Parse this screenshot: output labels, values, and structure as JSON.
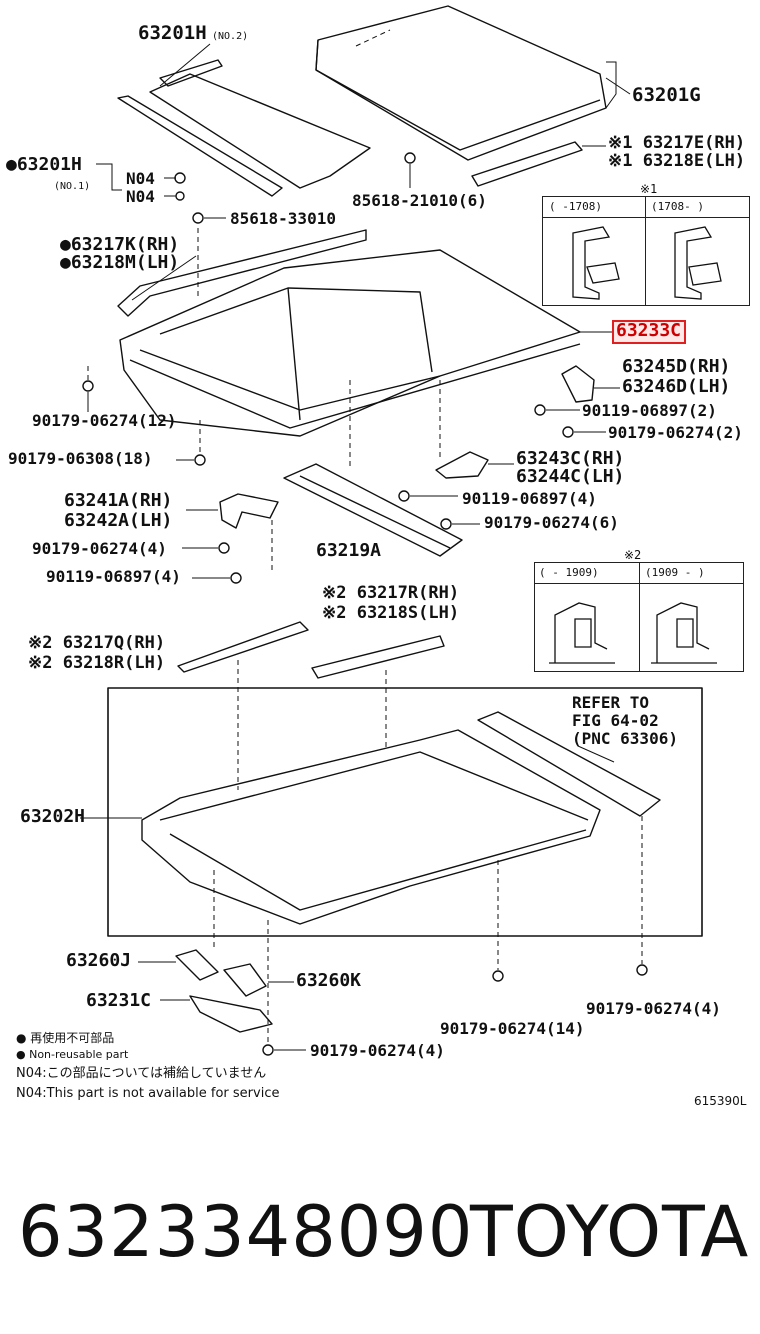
{
  "labels": {
    "l63201H_no2": "63201H",
    "l63201H_no2_sub": "(NO.2)",
    "l63201G": "63201G",
    "l63217E": "※1 63217E(RH)",
    "l63218E": "※1 63218E(LH)",
    "l63201H_no1": "●63201H",
    "l63201H_no1_sub": "(NO.1)",
    "lN04a": "N04",
    "lN04b": "N04",
    "l85618_21010": "85618-21010(6)",
    "l85618_33010": "85618-33010",
    "l63217K": "●63217K(RH)",
    "l63218M": "●63218M(LH)",
    "l63233C": "63233C",
    "l63245D": "63245D(RH)",
    "l63246D": "63246D(LH)",
    "l90179_06274_12": "90179-06274(12)",
    "l90119_06897_2": "90119-06897(2)",
    "l90179_06274_2": "90179-06274(2)",
    "l90179_06308_18": "90179-06308(18)",
    "l63243C": "63243C(RH)",
    "l63244C": "63244C(LH)",
    "l90119_06897_4a": "90119-06897(4)",
    "l63241A": "63241A(RH)",
    "l63242A": "63242A(LH)",
    "l90179_06274_6": "90179-06274(6)",
    "l90179_06274_4a": "90179-06274(4)",
    "l63219A": "63219A",
    "l90119_06897_4b": "90119-06897(4)",
    "l63217R": "※2 63217R(RH)",
    "l63218S": "※2 63218S(LH)",
    "l63217Q": "※2 63217Q(RH)",
    "l63218R": "※2 63218R(LH)",
    "lRefer1": "REFER TO",
    "lRefer2": "FIG 64-02",
    "lRefer3": "(PNC 63306)",
    "l63202H": "63202H",
    "l63260J": "63260J",
    "l63260K": "63260K",
    "l63231C": "63231C",
    "l90179_06274_4b": "90179-06274(4)",
    "l90179_06274_14": "90179-06274(14)",
    "l90179_06274_4c": "90179-06274(4)"
  },
  "insets": {
    "inset1": {
      "mark": "※1",
      "col1": "(    -1708)",
      "col2": "(1708-    )"
    },
    "inset2": {
      "mark": "※2",
      "col1": "(    - 1909)",
      "col2": "(1909 -    )"
    }
  },
  "notes": {
    "jp_nonreuse": "● 再使用不可部品",
    "en_nonreuse": "● Non-reusable part",
    "jp_n04": "N04:この部品については補給していません",
    "en_n04": "N04:This part is not available for service"
  },
  "figure_id": "615390L",
  "footer": {
    "part_number": "6323348090",
    "brand": "TOYOTA"
  },
  "colors": {
    "highlight": "#e02020",
    "ink": "#111111"
  }
}
